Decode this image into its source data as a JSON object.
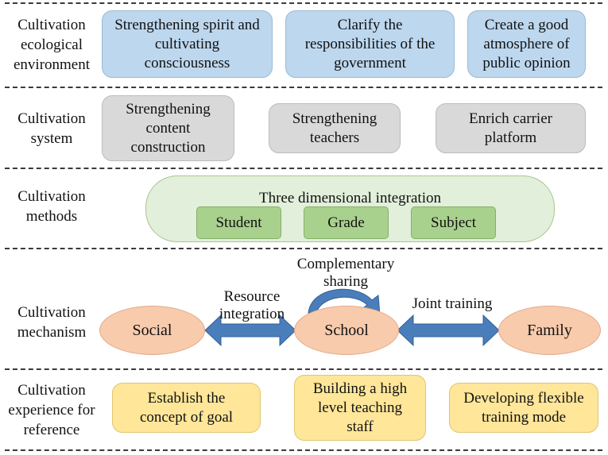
{
  "rows": [
    {
      "label": [
        "Cultivation",
        "ecological",
        "environment"
      ],
      "boxes": [
        [
          "Strengthening spirit and",
          "cultivating",
          "consciousness"
        ],
        [
          "Clarify the",
          "responsibilities of the",
          "government"
        ],
        [
          "Create a good",
          "atmosphere of",
          "public opinion"
        ]
      ]
    },
    {
      "label": [
        "Cultivation",
        "system"
      ],
      "boxes": [
        [
          "Strengthening",
          "content",
          "construction"
        ],
        [
          "Strengthening",
          "teachers"
        ],
        [
          "Enrich carrier",
          "platform"
        ]
      ]
    },
    {
      "label": [
        "Cultivation",
        "methods"
      ],
      "integration_title": "Three dimensional integration",
      "items": [
        "Student",
        "Grade",
        "Subject"
      ]
    },
    {
      "label": [
        "Cultivation",
        "mechanism"
      ],
      "nodes": [
        "Social",
        "School",
        "Family"
      ],
      "edge_labels": {
        "resource": [
          "Resource",
          "integration"
        ],
        "complementary": [
          "Complementary",
          "sharing"
        ],
        "joint": [
          "Joint training"
        ]
      }
    },
    {
      "label": [
        "Cultivation",
        "experience for",
        "reference"
      ],
      "boxes": [
        [
          "Establish the",
          "concept of goal"
        ],
        [
          "Building a high",
          "level teaching",
          "staff"
        ],
        [
          "Developing flexible",
          "training mode"
        ]
      ]
    }
  ],
  "colors": {
    "environment_box": "#bdd7ee",
    "system_box": "#d9d9d9",
    "methods_outer": "#e2efda",
    "methods_inner": "#a9d18e",
    "mechanism_node": "#f8cbad",
    "experience_box": "#ffe699",
    "arrow": "#4a7ebb"
  }
}
